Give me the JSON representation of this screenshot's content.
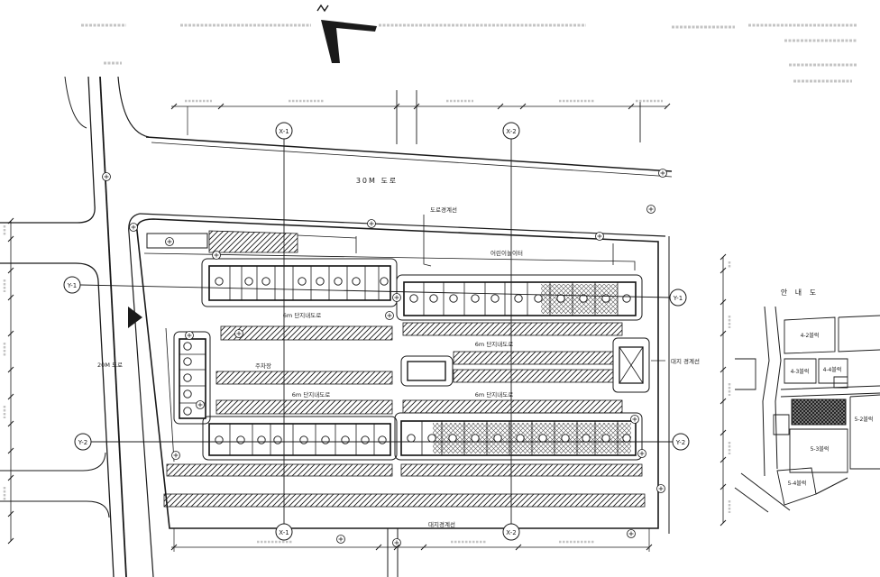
{
  "drawing": {
    "grid": {
      "x1": "X-1",
      "x2": "X-2",
      "y1": "Y-1",
      "y2": "Y-2"
    },
    "road_top_label": "30M 도로",
    "road_left_label": "20M 도로",
    "road_boundary_label": "도로경계선",
    "site_boundary_label_right": "대지 경계선",
    "site_boundary_label_bottom": "대지경계선",
    "playground_label": "어린이놀이터",
    "parking_label": "주차장",
    "inner_roads": [
      "6m 단지내도로",
      "6m 단지내도로",
      "6m 단지내도로",
      "6m 단지내도로"
    ]
  },
  "location_map": {
    "title": "안 내 도",
    "blocks": [
      "4-2블럭",
      "4-3블럭",
      "4-4블럭",
      "5-2블럭",
      "5-3블럭",
      "5-4블럭"
    ]
  },
  "colors": {
    "line": "#1a1a1a",
    "faint": "#c4c4c4",
    "background": "#ffffff"
  }
}
